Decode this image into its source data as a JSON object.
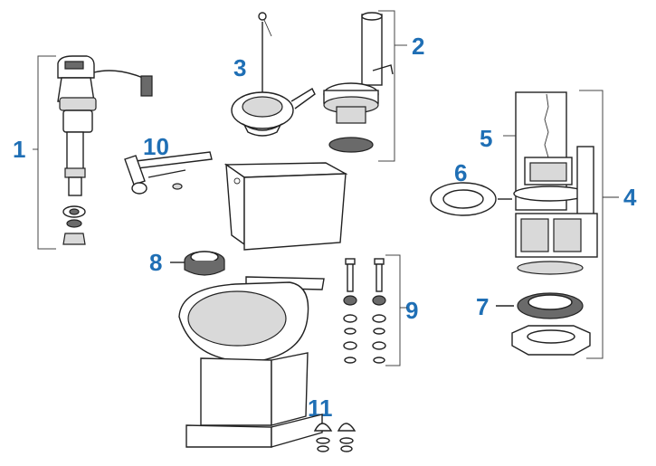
{
  "diagram": {
    "labels": [
      {
        "id": "fill-valve",
        "text": "1"
      },
      {
        "id": "flush-valve",
        "text": "2"
      },
      {
        "id": "flapper",
        "text": "3"
      },
      {
        "id": "dual-flush-valve",
        "text": "4"
      },
      {
        "id": "canister-seal",
        "text": "5"
      },
      {
        "id": "tank-gasket",
        "text": "6"
      },
      {
        "id": "tank-to-bowl-gasket",
        "text": "7"
      },
      {
        "id": "sponge-gasket",
        "text": "8"
      },
      {
        "id": "tank-bolts",
        "text": "9"
      },
      {
        "id": "trip-lever",
        "text": "10"
      },
      {
        "id": "bowl-bolt-caps",
        "text": "11"
      }
    ],
    "colors": {
      "label": "#1f6fb5",
      "line": "#222222",
      "background": "#ffffff"
    }
  }
}
